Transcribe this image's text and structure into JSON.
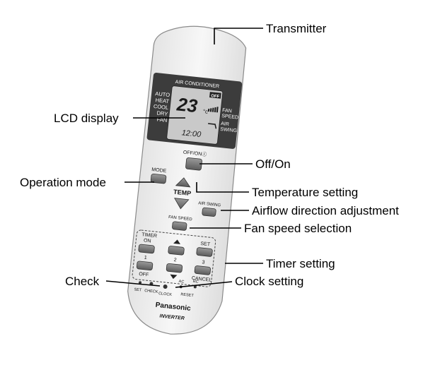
{
  "callouts": {
    "transmitter": "Transmitter",
    "lcd_display": "LCD display",
    "off_on": "Off/On",
    "operation_mode": "Operation mode",
    "temperature_setting": "Temperature setting",
    "airflow_direction": "Airflow direction adjustment",
    "fan_speed_selection": "Fan speed selection",
    "timer_setting": "Timer setting",
    "check": "Check",
    "clock_setting": "Clock setting"
  },
  "remote": {
    "header": "AIR CONDITIONER",
    "off_badge": "OFF",
    "modes": [
      "AUTO",
      "HEAT",
      "COOL",
      "DRY",
      "FAN"
    ],
    "temperature": "23",
    "unit": "°c",
    "fan_speed_label": [
      "FAN",
      "SPEED"
    ],
    "air_swing_label": [
      "AIR",
      "SWING"
    ],
    "clock": "12:00",
    "off_on_label": "OFF/ONⒾ",
    "mode_label": "MODE",
    "temp_label": "TEMP",
    "air_swing_button": "AIR SWING",
    "fan_speed_button": "FAN SPEED",
    "timer_label": "TIMER",
    "on_label": "ON",
    "off_label": "OFF",
    "set_label": "SET",
    "cancel_label": "CANCEL",
    "num_1": "1",
    "num_2": "2",
    "num_3": "3",
    "bottom_labels": [
      "SET",
      "CHECK",
      "CLOCK",
      "AC",
      "RC",
      "RESET"
    ],
    "brand": "Panasonic",
    "inverter": "INVERTER"
  },
  "colors": {
    "body": "#f2f2f2",
    "panel": "#3c3c3c",
    "lcd": "#c9c9c9",
    "button": "#7a7a7a"
  }
}
